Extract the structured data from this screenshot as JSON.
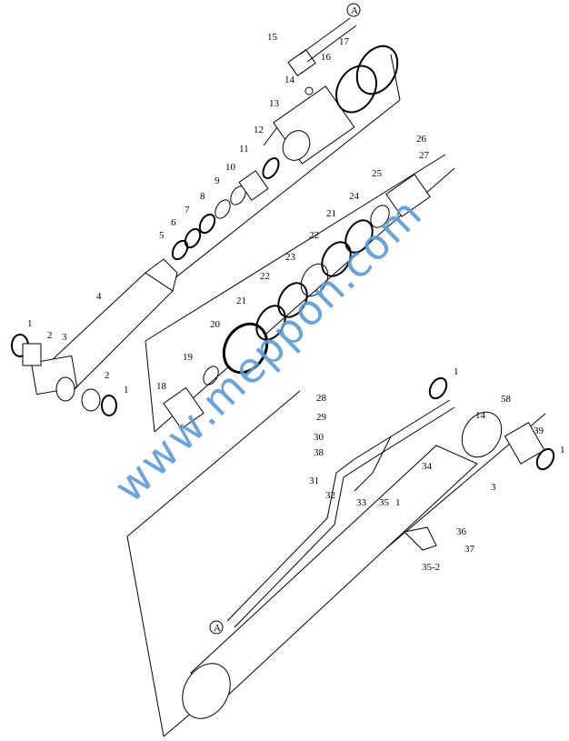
{
  "watermark": "www.meppon.com",
  "labels": {
    "l1a": "1",
    "l2a": "2",
    "l3a": "3",
    "l4": "4",
    "l2b": "2",
    "l1b": "1",
    "l5": "5",
    "l6": "6",
    "l7": "7",
    "l8": "8",
    "l9": "9",
    "l10": "10",
    "l11": "11",
    "l12": "12",
    "l13": "13",
    "l14a": "14",
    "l15": "15",
    "l16": "16",
    "l17": "17",
    "refA_top": "A",
    "l26": "26",
    "l27": "27",
    "l25": "25",
    "l24": "24",
    "l21a": "21",
    "l22a": "22",
    "l23": "23",
    "l22b": "22",
    "l21b": "21",
    "l20": "20",
    "l19": "19",
    "l18": "18",
    "l28": "28",
    "l29": "29",
    "l30": "30",
    "l38b": "38",
    "l31": "31",
    "l32": "32",
    "l33": "33",
    "l35": "35",
    "l1c": "1",
    "l34": "34",
    "l36": "36",
    "l37": "37",
    "l35_2": "35-2",
    "l3b": "3",
    "l39": "39",
    "l1d": "1",
    "l58": "58",
    "l14b": "14",
    "l1e": "1",
    "refA_bottom": "A"
  }
}
